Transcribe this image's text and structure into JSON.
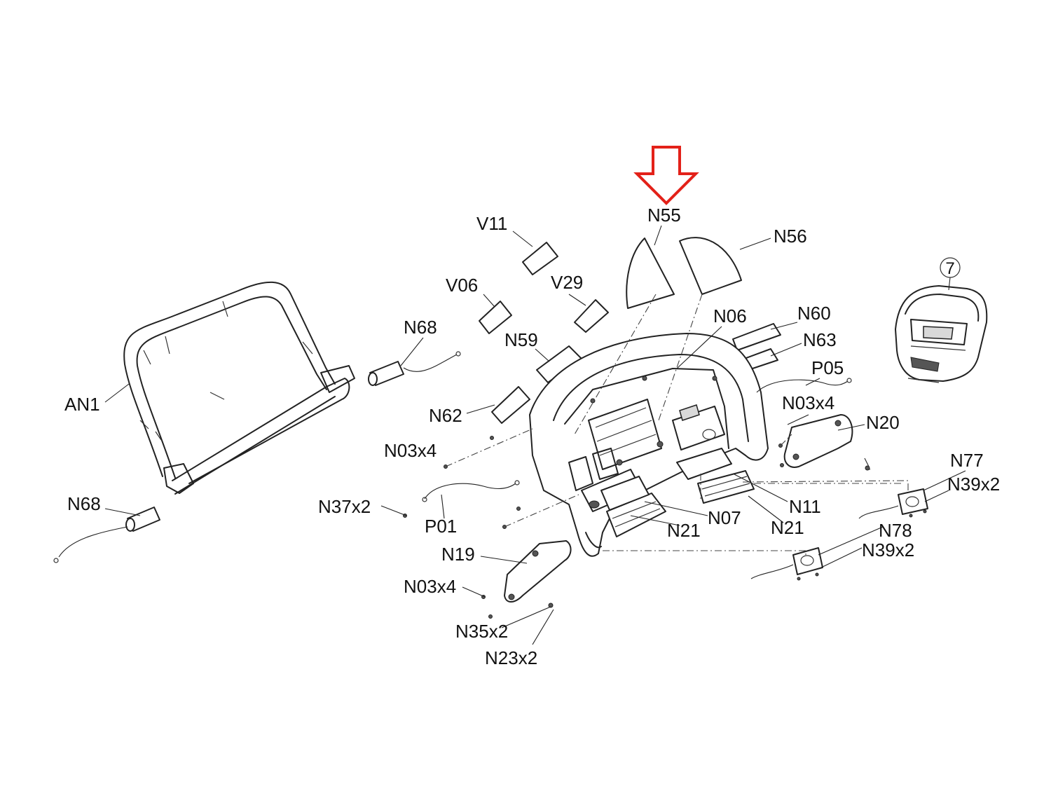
{
  "highlight": {
    "target_label": "N55",
    "arrow_color": "#e32119"
  },
  "callout": {
    "number": "7"
  },
  "labels": {
    "n55": "N55",
    "n56": "N56",
    "v11": "V11",
    "v06": "V06",
    "v29": "V29",
    "n68_top": "N68",
    "n59": "N59",
    "n06": "N06",
    "n60": "N60",
    "n63": "N63",
    "p05": "P05",
    "an1": "AN1",
    "n62": "N62",
    "n03x4_right": "N03x4",
    "n20": "N20",
    "n03x4_left": "N03x4",
    "n77": "N77",
    "n39x2_top": "N39x2",
    "n68_bottom": "N68",
    "n37x2": "N37x2",
    "n11": "N11",
    "n07": "N07",
    "p01": "P01",
    "n21_left": "N21",
    "n21_right": "N21",
    "n78": "N78",
    "n39x2_bottom": "N39x2",
    "n19": "N19",
    "n03x4_bottom": "N03x4",
    "n35x2": "N35x2",
    "n23x2": "N23x2"
  }
}
